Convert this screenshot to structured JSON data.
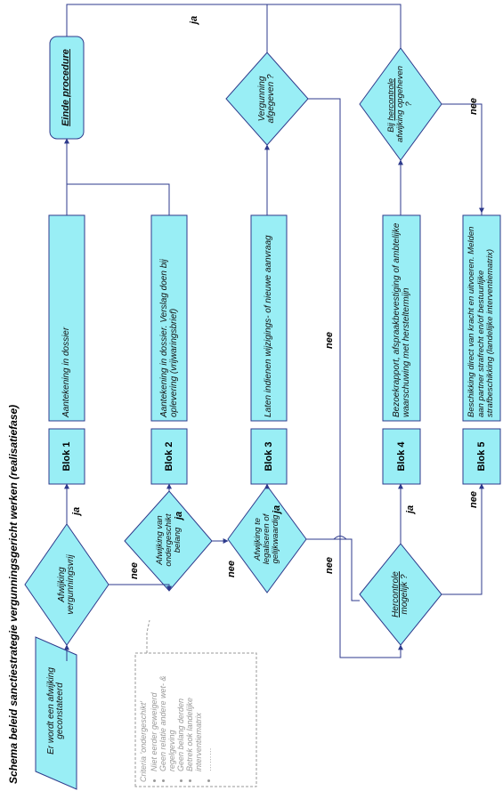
{
  "title": "Schema beleid sanctiestrategie vergunningsgericht werken (realisatiefase)",
  "start": {
    "text": "Er wordt een afwijking geconstateerd"
  },
  "decisions": {
    "d1": "Afwijking vergunningsvrij",
    "d2": "Afwijking van ondergeschikt belang",
    "d3": "Afwijking te legaliseren of gelijkwaardig",
    "d4_prefix": "Hercontrole",
    "d4_suffix": "mogelijk ?",
    "v1": "Vergunning afgegeven ?",
    "v2_prefix": "Bij",
    "v2_under": "hercontrole",
    "v2_suffix": "afwijking opgeheven ?"
  },
  "blocks": [
    "Blok 1",
    "Blok 2",
    "Blok 3",
    "Blok 4",
    "Blok 5"
  ],
  "actions": {
    "a1": "Aantekening in dossier",
    "a2": "Aantekening in dossier. Verslag doen bij oplevering (vrijwaringsbrief)",
    "a3": "Laten indienen wijzigings- of nieuwe aanvraag",
    "a4": "Bezoekrapport, afspraakbevestiging of ambtelijke waarschuwing met hersteltermijn",
    "a5": "Beschikking direct van kracht en uitvoeren. Melden aan partner strafrecht en/of bestuurlijke strafbeschikking (landelijke interventiematrix)"
  },
  "end": {
    "text": "Einde procedure"
  },
  "edges": {
    "ja": "ja",
    "nee": "nee"
  },
  "criteria": {
    "title": "Criteria 'ondergeschikt'",
    "items": [
      "Niet eerder geweigerd",
      "Geen relatie andere wet- & regelgeving",
      "Geen belang derden",
      "Betrek ook landelijke interventiematrix",
      "………"
    ]
  },
  "colors": {
    "fill": "#99EEF5",
    "stroke": "#2E3A8C",
    "line": "#2E3A8C",
    "criteria_border": "#9a9a9a"
  }
}
